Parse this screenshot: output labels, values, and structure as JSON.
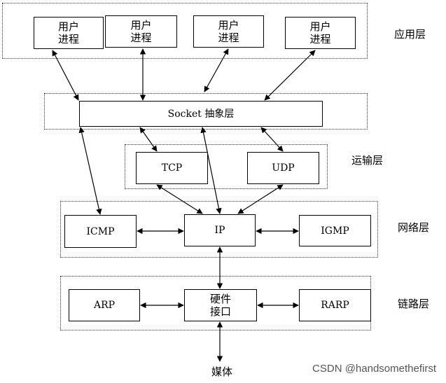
{
  "layers": {
    "application": "应用层",
    "transport": "运输层",
    "network": "网络层",
    "link": "链路层"
  },
  "app_processes": [
    {
      "line1": "用户",
      "line2": "进程"
    },
    {
      "line1": "用户",
      "line2": "进程"
    },
    {
      "line1": "用户",
      "line2": "进程"
    },
    {
      "line1": "用户",
      "line2": "进程"
    }
  ],
  "socket": "Socket 抽象层",
  "transport_protocols": {
    "tcp": "TCP",
    "udp": "UDP"
  },
  "network_protocols": {
    "icmp": "ICMP",
    "ip": "IP",
    "igmp": "IGMP"
  },
  "link_protocols": {
    "arp": "ARP",
    "hw_line1": "硬件",
    "hw_line2": "接口",
    "rarp": "RARP"
  },
  "media": "媒体",
  "watermark": "CSDN @handsomethefirst"
}
